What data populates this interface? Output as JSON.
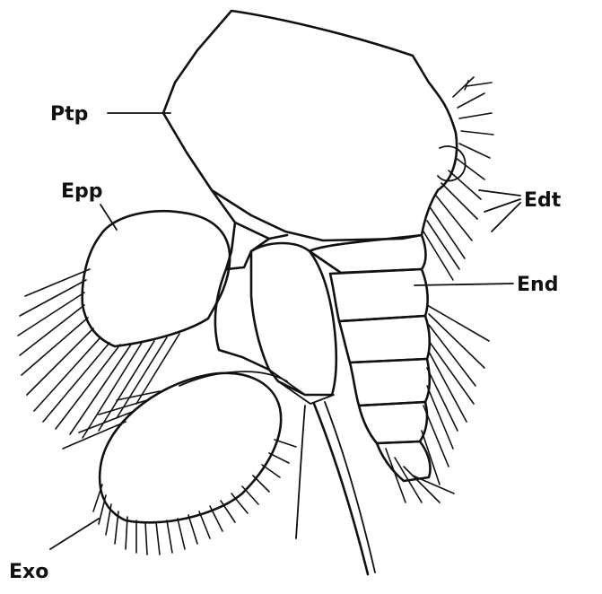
{
  "labels": {
    "ptp": "Ptp",
    "epp": "Epp",
    "edt": "Edt",
    "end": "End",
    "exo": "Exo"
  },
  "colors": {
    "ink": "#111111",
    "paper": "#ffffff"
  }
}
